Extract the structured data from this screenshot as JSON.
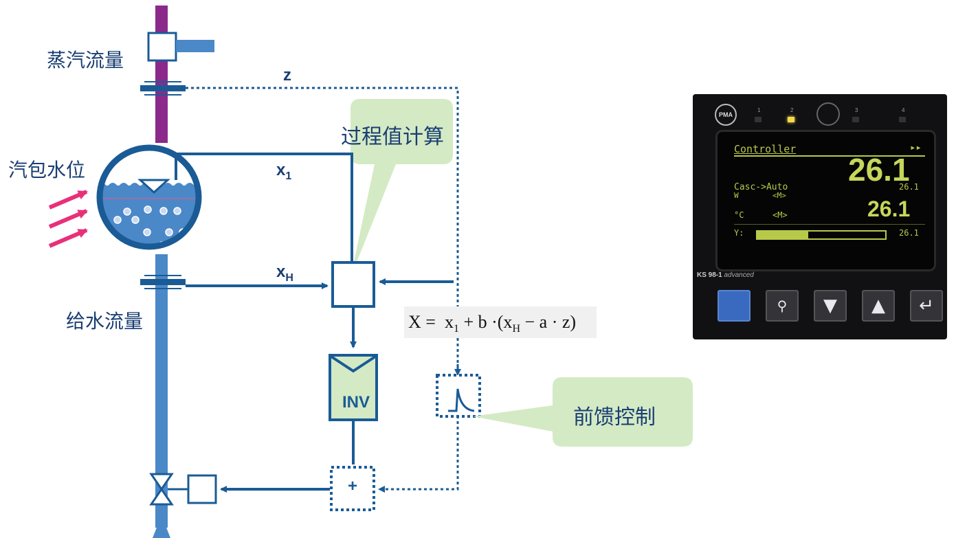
{
  "labels": {
    "steam_flow": "蒸汽流量",
    "drum_level": "汽包水位",
    "feedwater_flow": "给水流量"
  },
  "signals": {
    "z": "z",
    "x1_main": "x",
    "x1_sub": "1",
    "xh_main": "x",
    "xh_sub": "H"
  },
  "callouts": {
    "process_calc": "过程值计算",
    "feedforward": "前馈控制"
  },
  "formula": {
    "lhs": "X =",
    "x": "x",
    "x_sub": "1",
    "mid": "+ b ·(x",
    "h_sub": "H",
    "end": "− a · z)"
  },
  "blocks": {
    "inv": "INV",
    "sum": "+"
  },
  "controller": {
    "logo": "PMA",
    "leds": [
      "1",
      "2",
      "3",
      "4"
    ],
    "active_led_index": 1,
    "title": "Controller",
    "arrows": "▸▸",
    "main_value": "26.1",
    "mode": "Casc->Auto",
    "mode_value": "26.1",
    "w_label": "W",
    "w_mode": "<M>",
    "unit_label": "°C",
    "unit_mode": "<M>",
    "second_value": "26.1",
    "y_label": "Y:",
    "y_value": "26.1",
    "y_bar_fraction": 0.4,
    "model_bold": "KS 98-1",
    "model_italic": "advanced",
    "buttons": [
      "",
      "⚲",
      "▼",
      "▲",
      "↵"
    ]
  },
  "colors": {
    "pipe_line": "#1a5b96",
    "steam_pipe": "#8b2a8b",
    "water_pipe": "#4a88c8",
    "callout_fill": "#d4eac4",
    "arrow_pink": "#e8307a"
  }
}
